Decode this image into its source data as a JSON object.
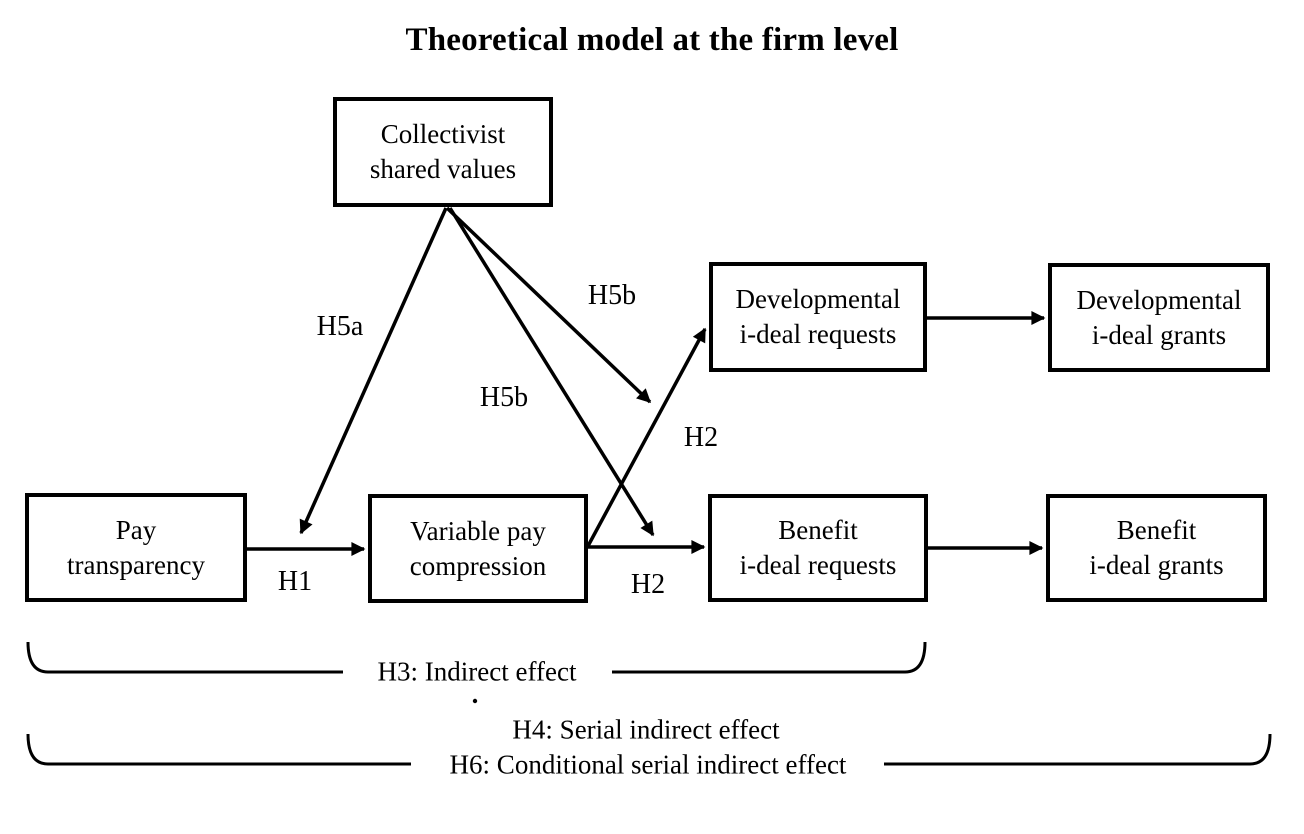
{
  "title": "Theoretical model at the firm level",
  "boxes": {
    "collectivist": {
      "lines": [
        "Collectivist",
        "shared values"
      ]
    },
    "pay_transparency": {
      "lines": [
        "Pay",
        "transparency"
      ]
    },
    "variable_pay_compression": {
      "lines": [
        "Variable pay",
        "compression"
      ]
    },
    "developmental_requests": {
      "lines": [
        "Developmental",
        "i-deal requests"
      ]
    },
    "developmental_grants": {
      "lines": [
        "Developmental",
        "i-deal grants"
      ]
    },
    "benefit_requests": {
      "lines": [
        "Benefit",
        "i-deal requests"
      ]
    },
    "benefit_grants": {
      "lines": [
        "Benefit",
        "i-deal grants"
      ]
    }
  },
  "path_labels": {
    "h1": "H1",
    "h2_to_developmental": "H2",
    "h2_to_benefit": "H2",
    "h5a": "H5a",
    "h5b_upper": "H5b",
    "h5b_lower": "H5b"
  },
  "effect_notes": {
    "h3": "H3: Indirect effect",
    "h4": "H4: Serial indirect effect",
    "h6": "H6: Conditional serial indirect effect"
  },
  "colors": {
    "ink": "#000000",
    "background": "#ffffff"
  }
}
